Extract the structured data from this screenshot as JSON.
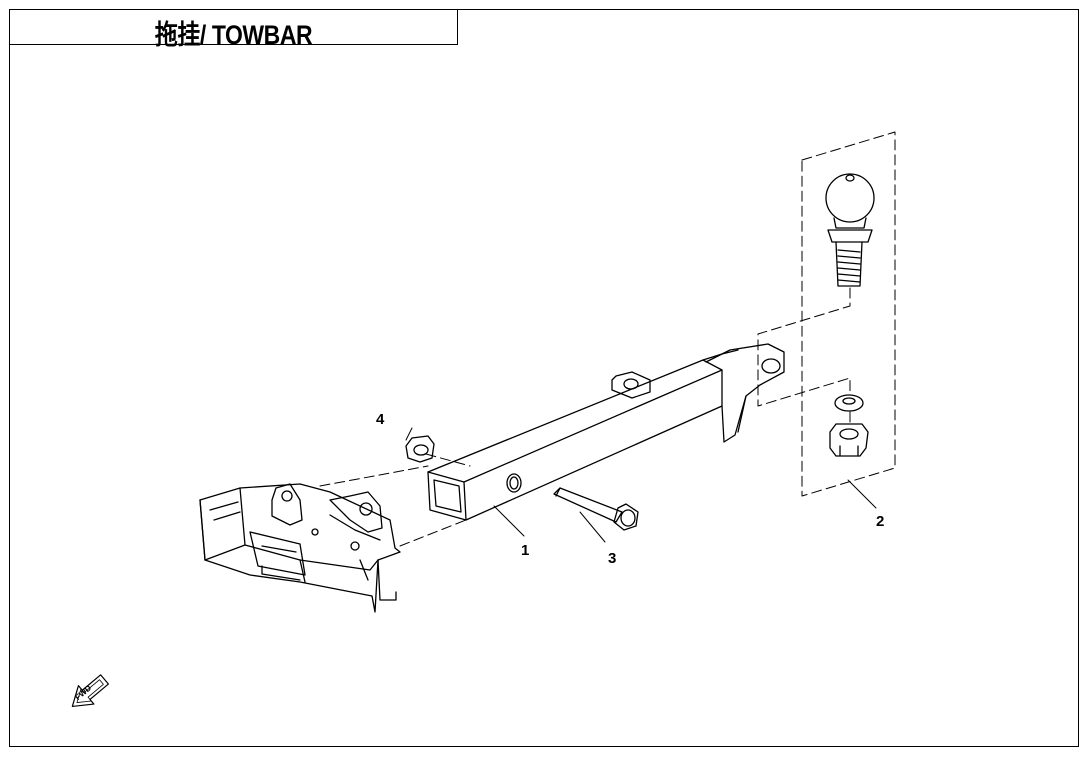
{
  "title": "拖挂/ TOWBAR",
  "callouts": [
    "1",
    "2",
    "3",
    "4"
  ],
  "fwd_label": "FWD"
}
